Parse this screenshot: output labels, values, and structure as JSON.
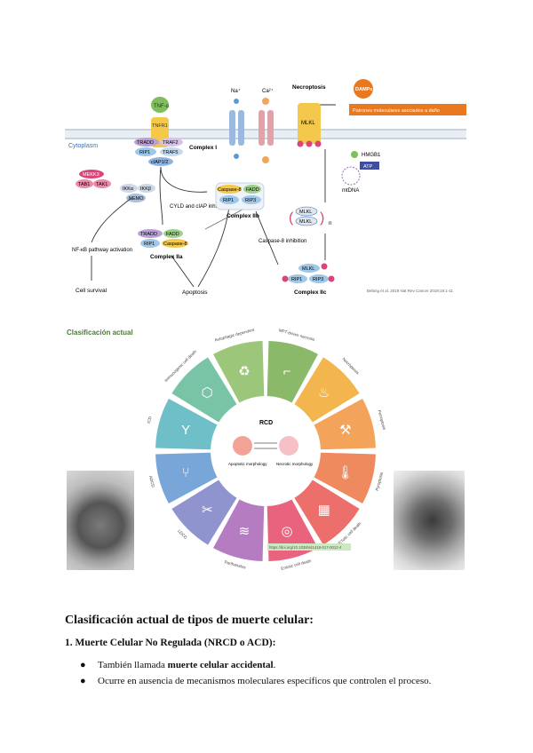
{
  "figure1": {
    "labels": {
      "tnf": "TNF-α",
      "tnfr1": "TNFR1",
      "cytoplasm": "Cytoplasm",
      "tradd": "TRADD",
      "traf2": "TRAF2",
      "rip1": "RIP1",
      "traf5": "TRAF5",
      "ciap": "cIAP1/2",
      "complex1": "Complex I",
      "mekk": "MEKK3",
      "tab1": "TAB1",
      "tak1": "TAK1",
      "ikka": "IKKα",
      "ikkb": "IKKβ",
      "nemo": "NEMO",
      "nfkb": "NF-κB pathway activation",
      "cell_survival": "Cell survival",
      "cyld": "CYLD and cIAP inhibition",
      "tradd2": "TRADD",
      "fadd": "FADD",
      "rip1b": "RIP1",
      "caspase8": "Caspase-8",
      "complex2a": "Complex IIa",
      "caspase8b": "Caspase-8",
      "fadd2": "FADD",
      "rip1c": "RIP1",
      "rip3": "RIP3",
      "complex2b": "Complex IIb",
      "apoptosis": "Apoptosis",
      "casp_inh": "Caspase-8 inhibition",
      "mlkl_c": "MLKL",
      "rip1d": "RIP1",
      "rip3b": "RIP3",
      "complex2c": "Complex IIc",
      "mlkl1": "MLKL",
      "mlkl2": "MLKL",
      "mlkl_main": "MLKL",
      "n": "n",
      "na": "Na⁺",
      "ca": "Ca²⁺",
      "necroptosis": "Necroptosis",
      "damps": "DAMPs",
      "hmgb1": "HMGB1",
      "atp": "ATP",
      "mtdna": "mtDNA",
      "patrones": "Patrones moleculares asociados a daño",
      "citation": "Bebing et al. 2019 Nat Rev Cancer 2019;19:1-11"
    },
    "colors": {
      "orange": "#e8791f",
      "blue": "#3e6fb5",
      "green": "#7fbf5b",
      "pink": "#d9457a"
    }
  },
  "figure2": {
    "title": "Clasificación actual",
    "center": "RCD",
    "apoptotic": "Apoptotic morphology",
    "necrotic": "Necrotic morphology",
    "segments": [
      {
        "label": "MPT-driven necrosis",
        "icon": "faucet-icon",
        "color": "#8ab96a"
      },
      {
        "label": "Necroptosis",
        "icon": "fire-icon",
        "color": "#f3b64e"
      },
      {
        "label": "Ferroptosis",
        "icon": "anvil-icon",
        "color": "#f4a35a"
      },
      {
        "label": "Pyroptosis",
        "icon": "thermometer-icon",
        "color": "#ef8a5e"
      },
      {
        "label": "NETotic cell death",
        "icon": "net-icon",
        "color": "#ec6f6b"
      },
      {
        "label": "Entotic cell death",
        "icon": "cell-in-cell-icon",
        "color": "#e9637f"
      },
      {
        "label": "Parthanatos",
        "icon": "dna-icon",
        "color": "#b57cc1"
      },
      {
        "label": "LDCD",
        "icon": "scissors-icon",
        "color": "#8f94cf"
      },
      {
        "label": "ADCD",
        "icon": "cutlery-icon",
        "color": "#78a6d8"
      },
      {
        "label": "ICD",
        "icon": "antibody-icon",
        "color": "#6fbfc8"
      },
      {
        "label": "Immunogenic cell death",
        "icon": "hexagon-icon",
        "color": "#79c3a7"
      },
      {
        "label": "Autophagic dependent",
        "icon": "recycle-icon",
        "color": "#9cc67a"
      }
    ],
    "link": "https://doi.org/10.1038/s41418-017-0012-4"
  },
  "heading": "Clasificación actual de tipos de muerte celular:",
  "subheading": "1. Muerte Celular No Regulada (NRCD o ACD):",
  "bullets": [
    {
      "prefix": "También llamada ",
      "bold": "muerte celular accidental",
      "suffix": "."
    },
    {
      "prefix": "Ocurre en ausencia de mecanismos moleculares específicos que controlen el proceso.",
      "bold": "",
      "suffix": ""
    }
  ],
  "bullet_symbol": "●"
}
